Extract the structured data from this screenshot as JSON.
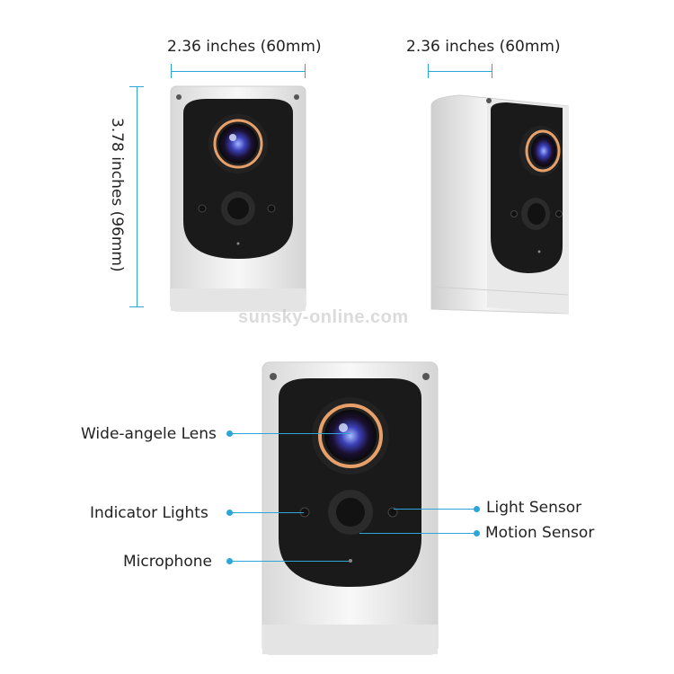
{
  "dimensions": {
    "front_width": "2.36 inches (60mm)",
    "side_width": "2.36 inches (60mm)",
    "height": "3.78 inches (96mm)"
  },
  "watermark": "sunsky-online.com",
  "callouts": {
    "lens": "Wide-angele Lens",
    "indicator": "Indicator  Lights",
    "microphone": "Microphone",
    "light_sensor": "Light Sensor",
    "motion_sensor": "Motion Sensor"
  },
  "colors": {
    "accent": "#2aa7d8",
    "body": "#eeeeee",
    "face": "#1a1a1a",
    "lens_ring": "#e8a06a"
  }
}
